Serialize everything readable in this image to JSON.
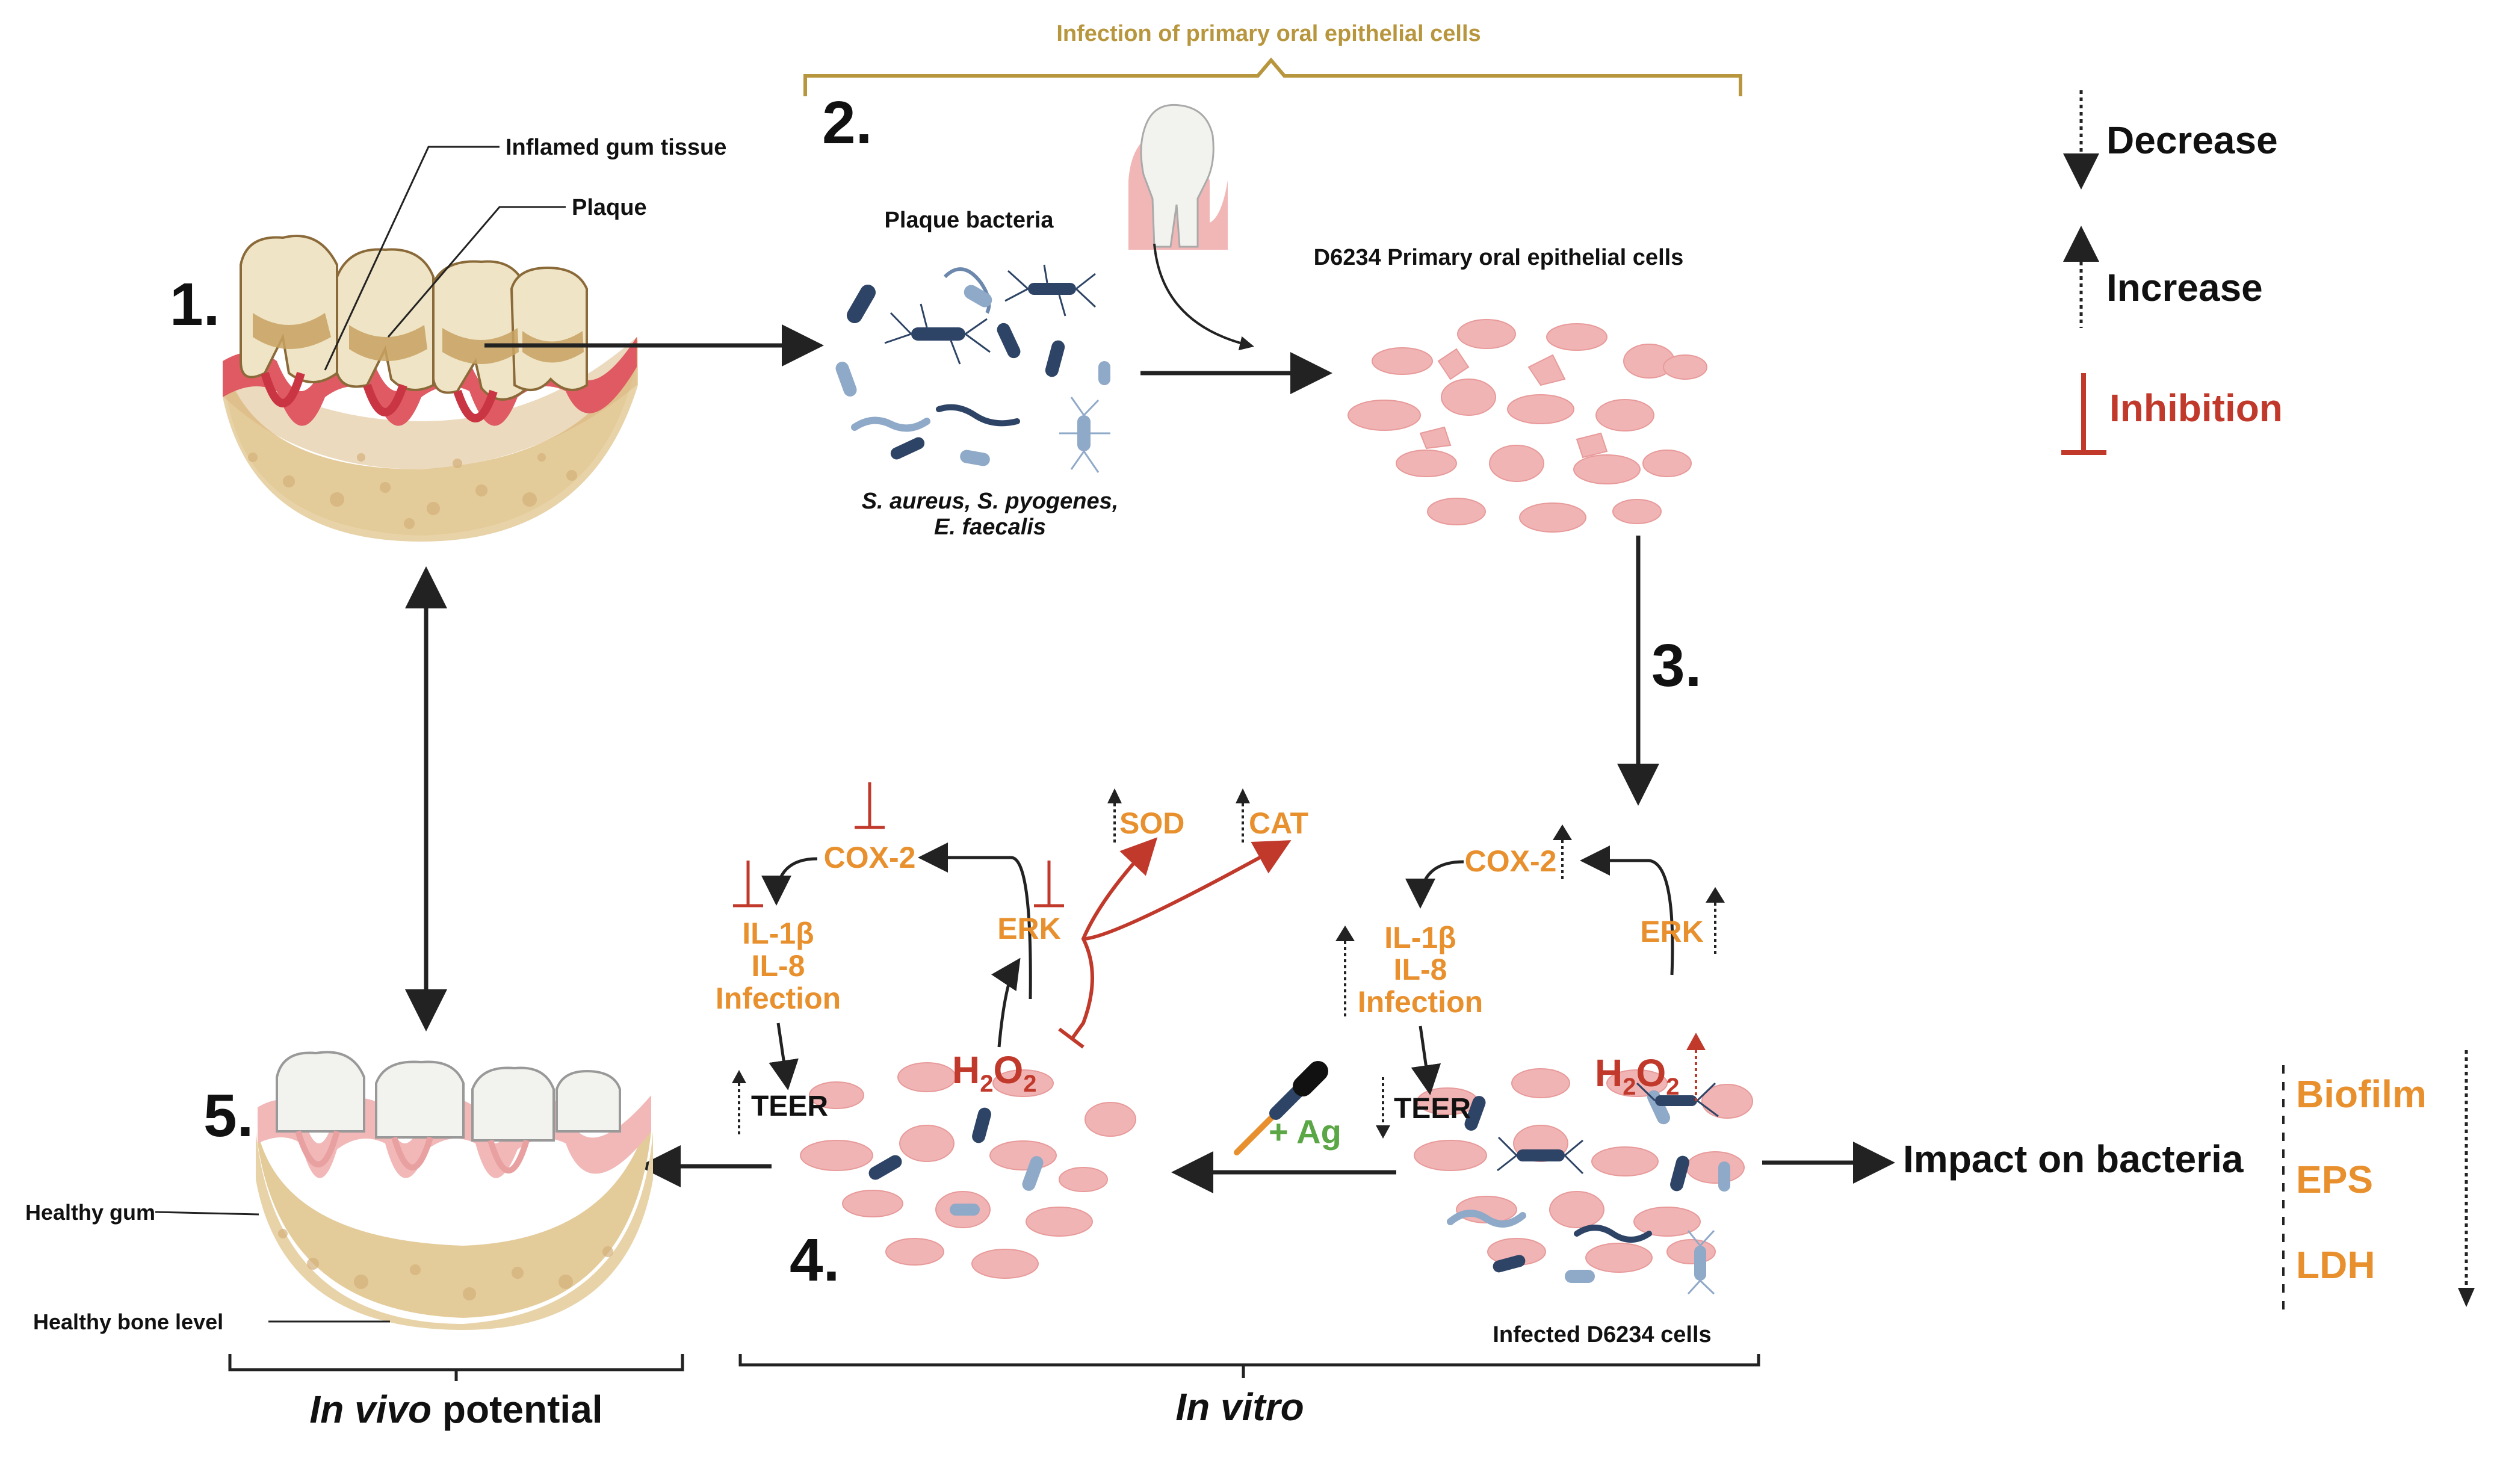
{
  "header": {
    "bracket_label": "Infection of primary oral epithelial cells"
  },
  "steps": {
    "s1": "1.",
    "s2": "2.",
    "s3": "3.",
    "s4": "4.",
    "s5": "5."
  },
  "panel1": {
    "label_gum": "Inflamed gum tissue",
    "label_plaque": "Plaque"
  },
  "panel2": {
    "title": "Plaque bacteria",
    "species_line1": "S. aureus, S. pyogenes,",
    "species_line2": "E. faecalis",
    "cells_title": "D6234 Primary oral epithelial cells"
  },
  "panel3": {
    "cox2": "COX-2",
    "erk": "ERK",
    "il1b": "IL-1β",
    "il8": "IL-8",
    "infection": "Infection",
    "teer": "TEER",
    "h2o2_main": "H",
    "h2o2_sub": "2",
    "h2o2_o": "O",
    "h2o2_sub2": "2",
    "caption": "Infected D6234 cells",
    "treatment": "+ Ag"
  },
  "panel4": {
    "cox2": "COX-2",
    "erk": "ERK",
    "il1b": "IL-1β",
    "il8": "IL-8",
    "infection": "Infection",
    "teer": "TEER",
    "sod": "SOD",
    "cat": "CAT",
    "h2o2_main": "H",
    "h2o2_sub": "2",
    "h2o2_o": "O",
    "h2o2_sub2": "2"
  },
  "panel5": {
    "label_gum": "Healthy gum",
    "label_bone": "Healthy bone level"
  },
  "bottom": {
    "in_vivo_italic": "In vivo",
    "in_vivo_rest": " potential",
    "in_vitro": "In vitro"
  },
  "impact": {
    "label": "Impact on bacteria",
    "items": [
      "Biofilm",
      "EPS",
      "LDH"
    ]
  },
  "legend": {
    "decrease": "Decrease",
    "increase": "Increase",
    "inhibition": "Inhibition"
  },
  "colors": {
    "orange": "#E8902D",
    "red": "#C0392B",
    "gold": "#B8963E",
    "green": "#5BA645",
    "cell": "#F1B4B4",
    "bacteria_dark": "#2E4466",
    "bacteria_light": "#8FA9C8"
  }
}
